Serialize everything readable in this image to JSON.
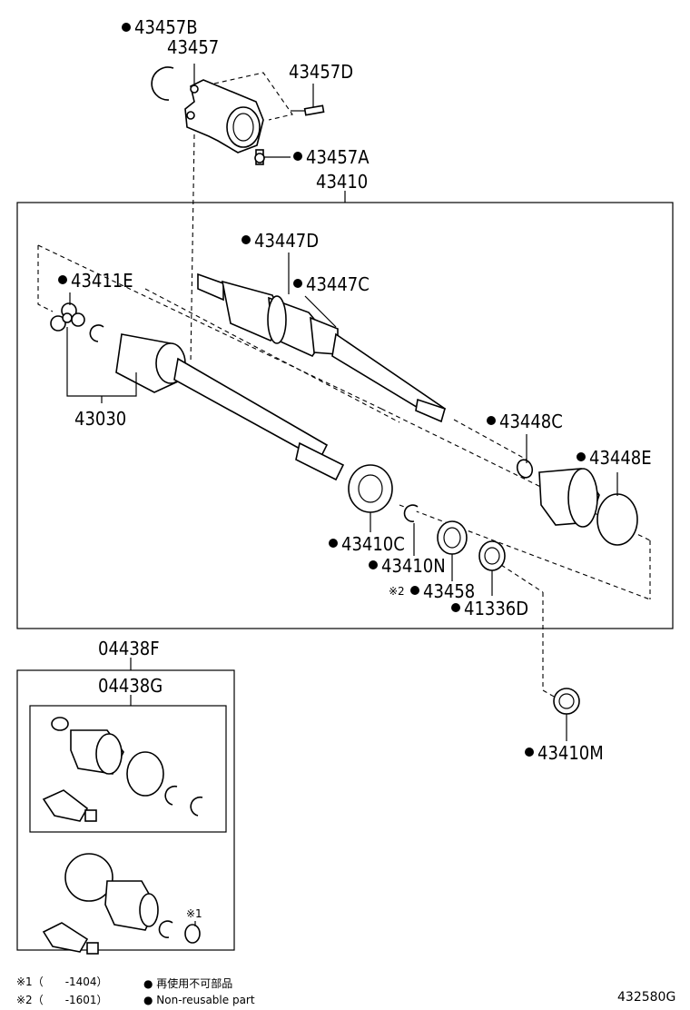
{
  "labels": {
    "p43457B": "43457B",
    "p43457": "43457",
    "p43457D": "43457D",
    "p43457A": "43457A",
    "p43410": "43410",
    "p43447D": "43447D",
    "p43447C": "43447C",
    "p43411E": "43411E",
    "p43030": "43030",
    "p43448C": "43448C",
    "p43448E": "43448E",
    "p43410C": "43410C",
    "p43410N": "43410N",
    "p43458": "43458",
    "p41336D": "41336D",
    "p43410M": "43410M",
    "p04438F": "04438F",
    "p04438G": "04438G",
    "note_mark_1": "※1",
    "note_mark_2": "※2"
  },
  "legend": {
    "note1": "※1（　　-1404）",
    "note2": "※2（　　-1601）",
    "jp": "● 再使用不可部品",
    "en": "● Non-reusable part"
  },
  "figure_code": "432580G"
}
